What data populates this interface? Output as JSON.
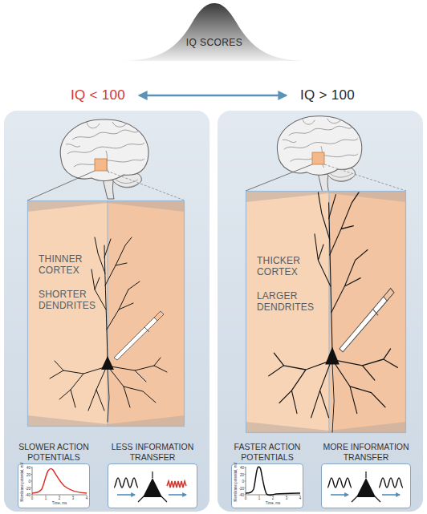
{
  "diagram": {
    "nodes": [
      {
        "text": [
          "IQ SCORES"
        ]
      },
      {
        "text": [
          "THINNER CORTEX",
          "SHORTER DENDRITES"
        ]
      },
      {
        "text": [
          "SLOWER ACTION POTENTIALS"
        ]
      },
      {
        "text": [
          "LESS INFORMATION TRANSFER"
        ]
      },
      {
        "text": [
          "THICKER CORTEX",
          "LARGER DENDRITES"
        ]
      },
      {
        "text": [
          "FASTER ACTION POTENTIALS"
        ]
      },
      {
        "text": [
          "MORE INFORMATION TRANSFER"
        ]
      }
    ],
    "labels": [
      "IQ < 100",
      "IQ > 100",
      "Membrane potential, mV",
      "40",
      "20",
      "0",
      "-20",
      "-40",
      "0",
      "1",
      "2",
      "3",
      "4",
      "Time, ms",
      "Membrane potential, mV",
      "40",
      "20",
      "0",
      "-20",
      "-40",
      "0",
      "1",
      "2",
      "3",
      "4",
      "Time, ms"
    ]
  }
}
